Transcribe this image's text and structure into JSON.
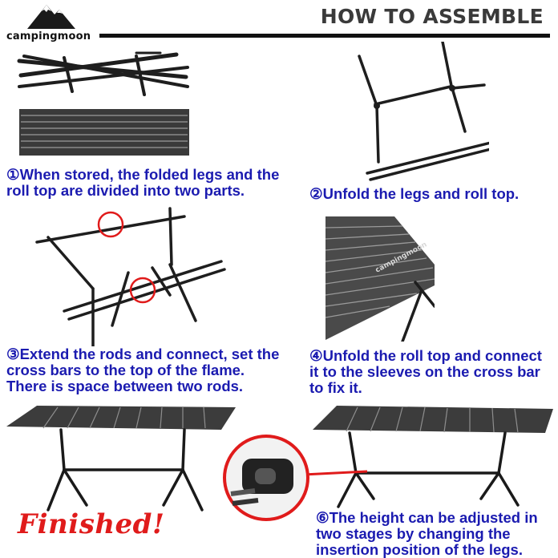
{
  "brand": {
    "name": "campingmoon",
    "logo_icon": "mountain-logo-icon"
  },
  "header": {
    "title": "HOW TO ASSEMBLE"
  },
  "steps": [
    {
      "lines": [
        "①When stored, the folded legs and the",
        "roll top are divided into two parts."
      ]
    },
    {
      "lines": [
        "②Unfold the legs and roll top."
      ]
    },
    {
      "lines": [
        "③Extend the rods and connect, set the",
        "cross bars to the top of the flame.",
        "There is space between two rods."
      ]
    },
    {
      "lines": [
        "④Unfold the roll top and connect",
        "it to the sleeves on the cross bar",
        "to fix it."
      ]
    },
    {
      "lines": [
        "⑥The height can be adjusted in",
        "two stages by changing the",
        "insertion position of the legs."
      ]
    }
  ],
  "tabletop_brand": "campingmoon",
  "finished": "Finished!",
  "colors": {
    "step_text": "#1b1bb0",
    "accent_red": "#e01b1b",
    "title": "#3a3a3a"
  }
}
